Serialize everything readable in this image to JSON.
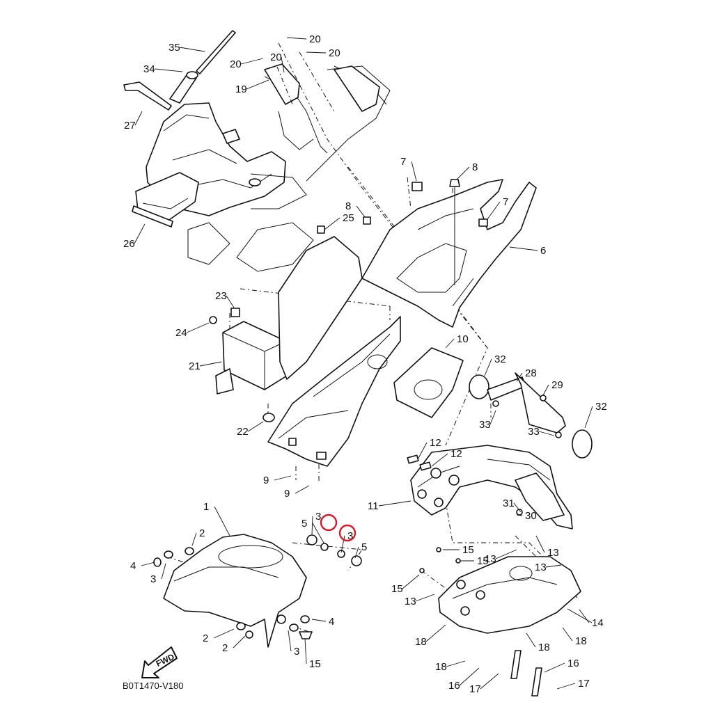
{
  "diagram": {
    "code": "B0T1470-V180",
    "fwd_label": "FWD",
    "highlight_color": "#d7192b",
    "callouts": [
      "35",
      "34",
      "27",
      "26",
      "20",
      "20",
      "20",
      "20",
      "19",
      "7",
      "8",
      "7",
      "8",
      "6",
      "25",
      "23",
      "24",
      "21",
      "22",
      "10",
      "9",
      "9",
      "32",
      "28",
      "29",
      "33",
      "33",
      "32",
      "12",
      "12",
      "11",
      "31",
      "30",
      "1",
      "2",
      "4",
      "3",
      "3",
      "5",
      "5",
      "3",
      "2",
      "2",
      "3",
      "4",
      "15",
      "15",
      "15",
      "15",
      "13",
      "13",
      "13",
      "13",
      "14",
      "18",
      "18",
      "18",
      "18",
      "16",
      "16",
      "17",
      "17"
    ],
    "highlighted": [
      "5",
      "5"
    ]
  }
}
